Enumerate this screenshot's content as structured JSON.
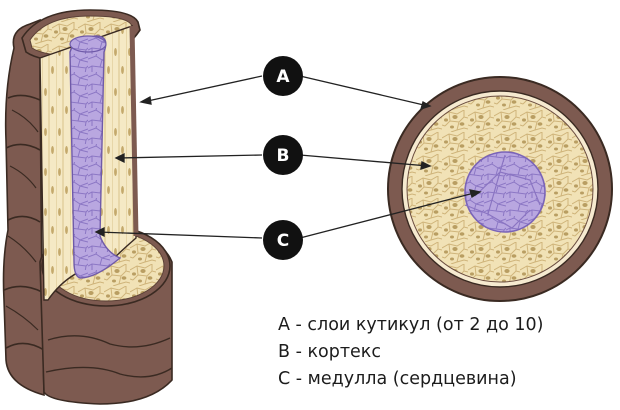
{
  "colors": {
    "cuticle": "#7d5a50",
    "cuticle_outline": "#3a2a22",
    "cortex_fill": "#f3e6bf",
    "cortex_cells": "#dcc48b",
    "cortex_nuclei": "#b89a5a",
    "medulla_fill": "#b8a6df",
    "medulla_lines": "#8a74c2",
    "label_circle": "#111111",
    "pointer_line": "#222222"
  },
  "labels": [
    {
      "id": "A",
      "text": "A"
    },
    {
      "id": "B",
      "text": "B"
    },
    {
      "id": "C",
      "text": "C"
    }
  ],
  "legend": [
    {
      "text": "A - слои кутикул (от 2 до 10)"
    },
    {
      "text": "B - кортекс"
    },
    {
      "text": "C - медулла (сердцевина)"
    }
  ]
}
